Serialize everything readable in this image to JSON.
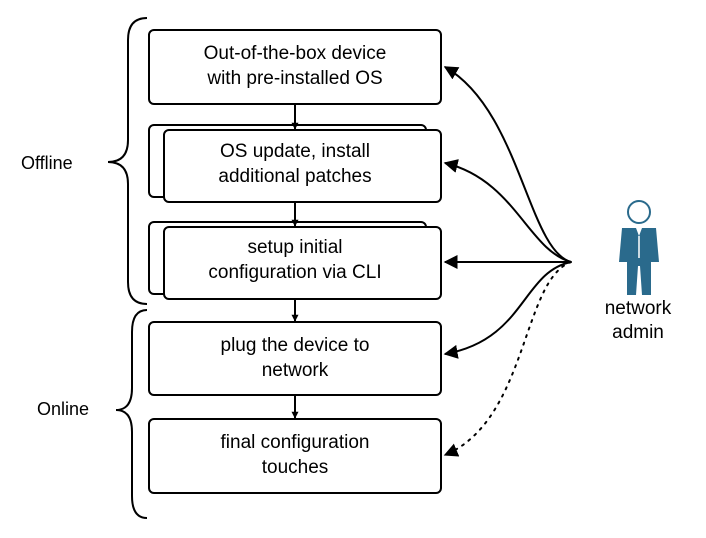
{
  "groups": {
    "offline": "Offline",
    "online": "Online"
  },
  "steps": [
    {
      "line1": "Out-of-the-box device",
      "line2": "with pre-installed OS"
    },
    {
      "line1": "OS update, install",
      "line2": "additional patches"
    },
    {
      "line1": "setup initial",
      "line2": "configuration via CLI"
    },
    {
      "line1": "plug the device to",
      "line2": "network"
    },
    {
      "line1": "final configuration",
      "line2": "touches"
    }
  ],
  "actor": {
    "line1": "network",
    "line2": "admin",
    "color": "#2a6a8c"
  }
}
